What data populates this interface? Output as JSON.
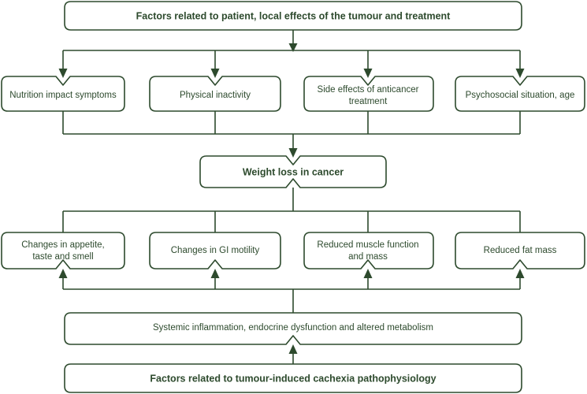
{
  "diagram": {
    "title_text": "Factors related to patient, local effects of the tumour and treatment",
    "accent_color": "#2d4a2d",
    "background_color": "#ffffff",
    "nodes": {
      "top": {
        "label": "Factors related to patient, local effects of the tumour and treatment",
        "bold": true
      },
      "upper_factors": [
        {
          "label": "Nutrition impact symptoms",
          "lines": [
            "Nutrition impact symptoms"
          ]
        },
        {
          "label": "Physical inactivity",
          "lines": [
            "Physical inactivity"
          ]
        },
        {
          "label": "Side effects of anticancer treatment",
          "lines": [
            "Side effects of anticancer",
            "treatment"
          ]
        },
        {
          "label": "Psychosocial situation, age",
          "lines": [
            "Psychosocial situation, age"
          ]
        }
      ],
      "center": {
        "label": "Weight loss in cancer",
        "bold": true
      },
      "lower_effects": [
        {
          "label": "Changes in appetite, taste and smell",
          "lines": [
            "Changes in appetite,",
            "taste and smell"
          ]
        },
        {
          "label": "Changes in GI motility",
          "lines": [
            "Changes in GI motility"
          ]
        },
        {
          "label": "Reduced muscle function and mass",
          "lines": [
            "Reduced muscle function",
            "and mass"
          ]
        },
        {
          "label": "Reduced fat mass",
          "lines": [
            "Reduced fat mass"
          ]
        }
      ],
      "mechanism": {
        "label": "Systemic inflammation, endocrine dysfunction and altered metabolism",
        "bold": false
      },
      "bottom": {
        "label": "Factors related to tumour-induced cachexia pathophysiology",
        "bold": true
      }
    }
  }
}
